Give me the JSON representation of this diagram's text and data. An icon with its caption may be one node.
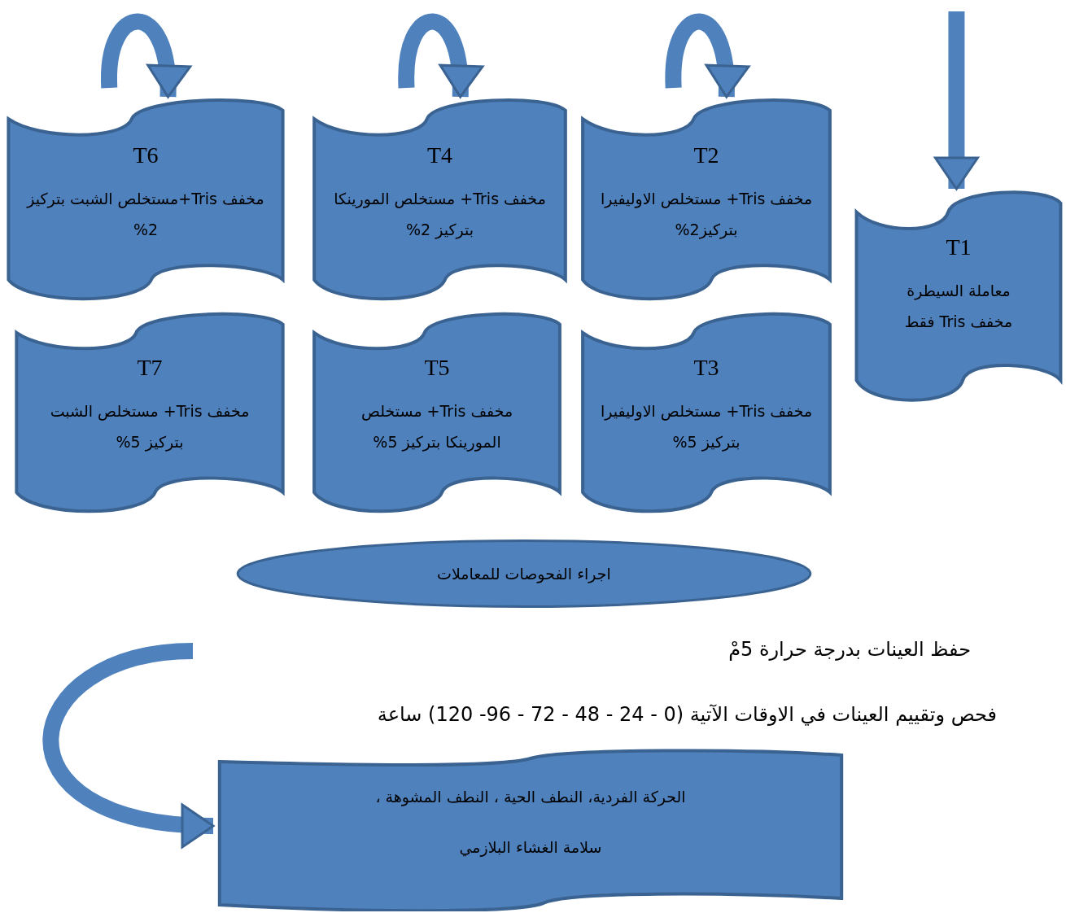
{
  "diagram": {
    "nodes": [
      {
        "text": [
          "T1",
          "معاملة السيطرة مخفف Tris فقط"
        ]
      },
      {
        "text": [
          "T2",
          "مخفف Tris+ مستخلص الاوليفيرا بتركيز2%"
        ]
      },
      {
        "text": [
          "T3",
          "مخفف Tris+ مستخلص الاوليفيرا بتركيز 5%"
        ]
      },
      {
        "text": [
          "T4",
          "مخفف Tris+ مستخلص المورينكا بتركيز 2%"
        ]
      },
      {
        "text": [
          "T5",
          "مخفف Tris+ مستخلص المورينكا بتركيز 5%"
        ]
      },
      {
        "text": [
          "T6",
          "مخفف Tris+مستخلص الشبت بتركيز 2%"
        ]
      },
      {
        "text": [
          "T7",
          "مخفف Tris+ مستخلص الشبت بتركيز 5%"
        ]
      },
      {
        "text": [
          "اجراء الفحوصات للمعاملات"
        ]
      },
      {
        "text": [
          "الحركة الفردية، النطف الحية ، النطف المشوهة ،",
          "سلامة الغشاء البلازمي"
        ]
      }
    ],
    "edges": [
      {
        "from": null,
        "to": 0,
        "arrow": "to"
      },
      {
        "from": null,
        "to": 1,
        "arrow": "to"
      },
      {
        "from": null,
        "to": 3,
        "arrow": "to"
      },
      {
        "from": null,
        "to": 5,
        "arrow": "to"
      },
      {
        "from": null,
        "to": 8,
        "arrow": "to"
      }
    ],
    "labels": [
      "حفظ العينات بدرجة حرارة 5مْ",
      "فحص وتقييم العينات في الاوقات الآتية (0 -  24 - 48 - 72 - 96- 120) ساعة"
    ]
  }
}
